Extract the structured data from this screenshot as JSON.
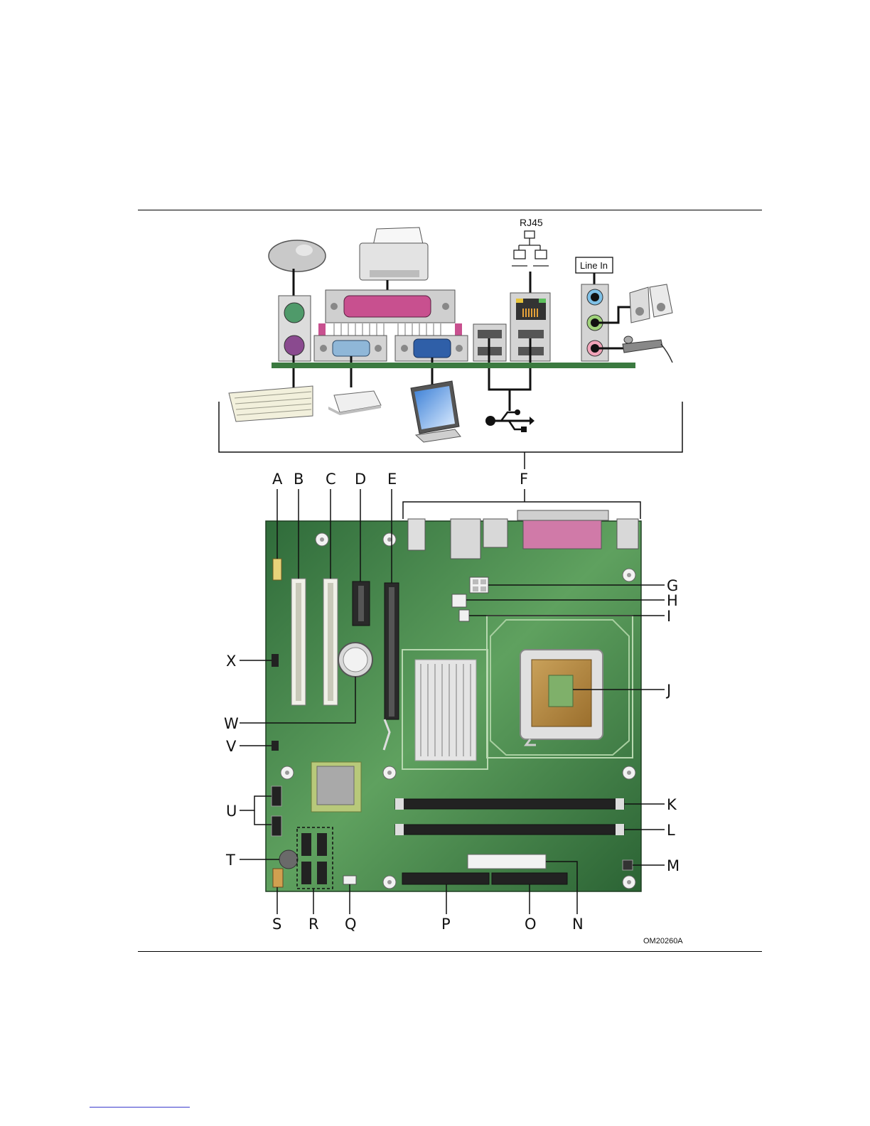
{
  "figure": {
    "rj45_label": "RJ45",
    "line_in_label": "Line In",
    "figure_id": "OM20260A",
    "callouts": {
      "A": "A",
      "B": "B",
      "C": "C",
      "D": "D",
      "E": "E",
      "F": "F",
      "G": "G",
      "H": "H",
      "I": "I",
      "J": "J",
      "K": "K",
      "L": "L",
      "M": "M",
      "N": "N",
      "O": "O",
      "P": "P",
      "Q": "Q",
      "R": "R",
      "S": "S",
      "T": "T",
      "U": "U",
      "V": "V",
      "W": "W",
      "X": "X"
    }
  },
  "colors": {
    "board_green": "#3f7d44",
    "board_light": "#6fae6a",
    "parallel_pink": "#c8508f",
    "serial_blue": "#2f5fa8",
    "ps2_green": "#4f9a6a",
    "ps2_purple": "#8a4a8f"
  }
}
